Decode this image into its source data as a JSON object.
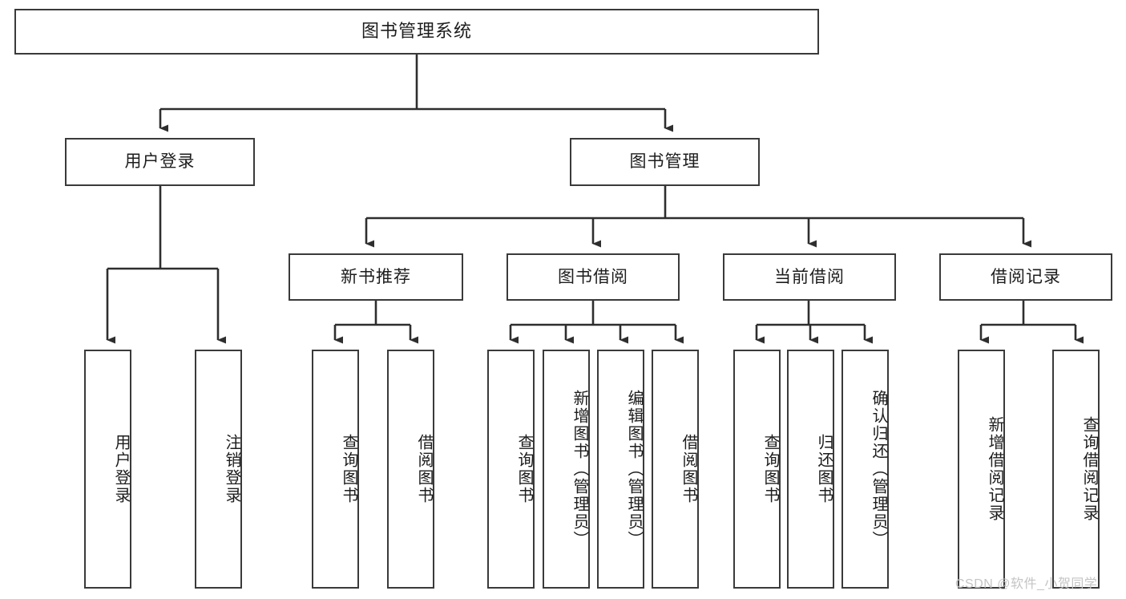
{
  "diagram": {
    "title": "图书管理系统",
    "type": "tree-hierarchy-chart",
    "root": {
      "label": "图书管理系统"
    },
    "level1": [
      {
        "label": "用户登录"
      },
      {
        "label": "图书管理"
      }
    ],
    "level2": [
      {
        "label": "新书推荐"
      },
      {
        "label": "图书借阅"
      },
      {
        "label": "当前借阅"
      },
      {
        "label": "借阅记录"
      }
    ],
    "leaves": {
      "user_login": [
        {
          "label": "用户登录"
        },
        {
          "label": "注销登录"
        }
      ],
      "new_book_recommend": [
        {
          "label": "查询图书"
        },
        {
          "label": "借阅图书"
        }
      ],
      "book_borrow": [
        {
          "label": "查询图书"
        },
        {
          "label": "新增图书（管理员）"
        },
        {
          "label": "编辑图书（管理员）"
        },
        {
          "label": "借阅图书"
        }
      ],
      "current_borrow": [
        {
          "label": "查询图书"
        },
        {
          "label": "归还图书"
        },
        {
          "label": "确认归还（管理员）"
        }
      ],
      "borrow_record": [
        {
          "label": "新增借阅记录"
        },
        {
          "label": "查询借阅记录"
        }
      ]
    },
    "watermark": "CSDN @软件_小贺同学",
    "colors": {
      "border": "#3a3a3a",
      "text": "#1d1d1d",
      "background": "#ffffff",
      "watermark": "#c4c4c4"
    }
  }
}
